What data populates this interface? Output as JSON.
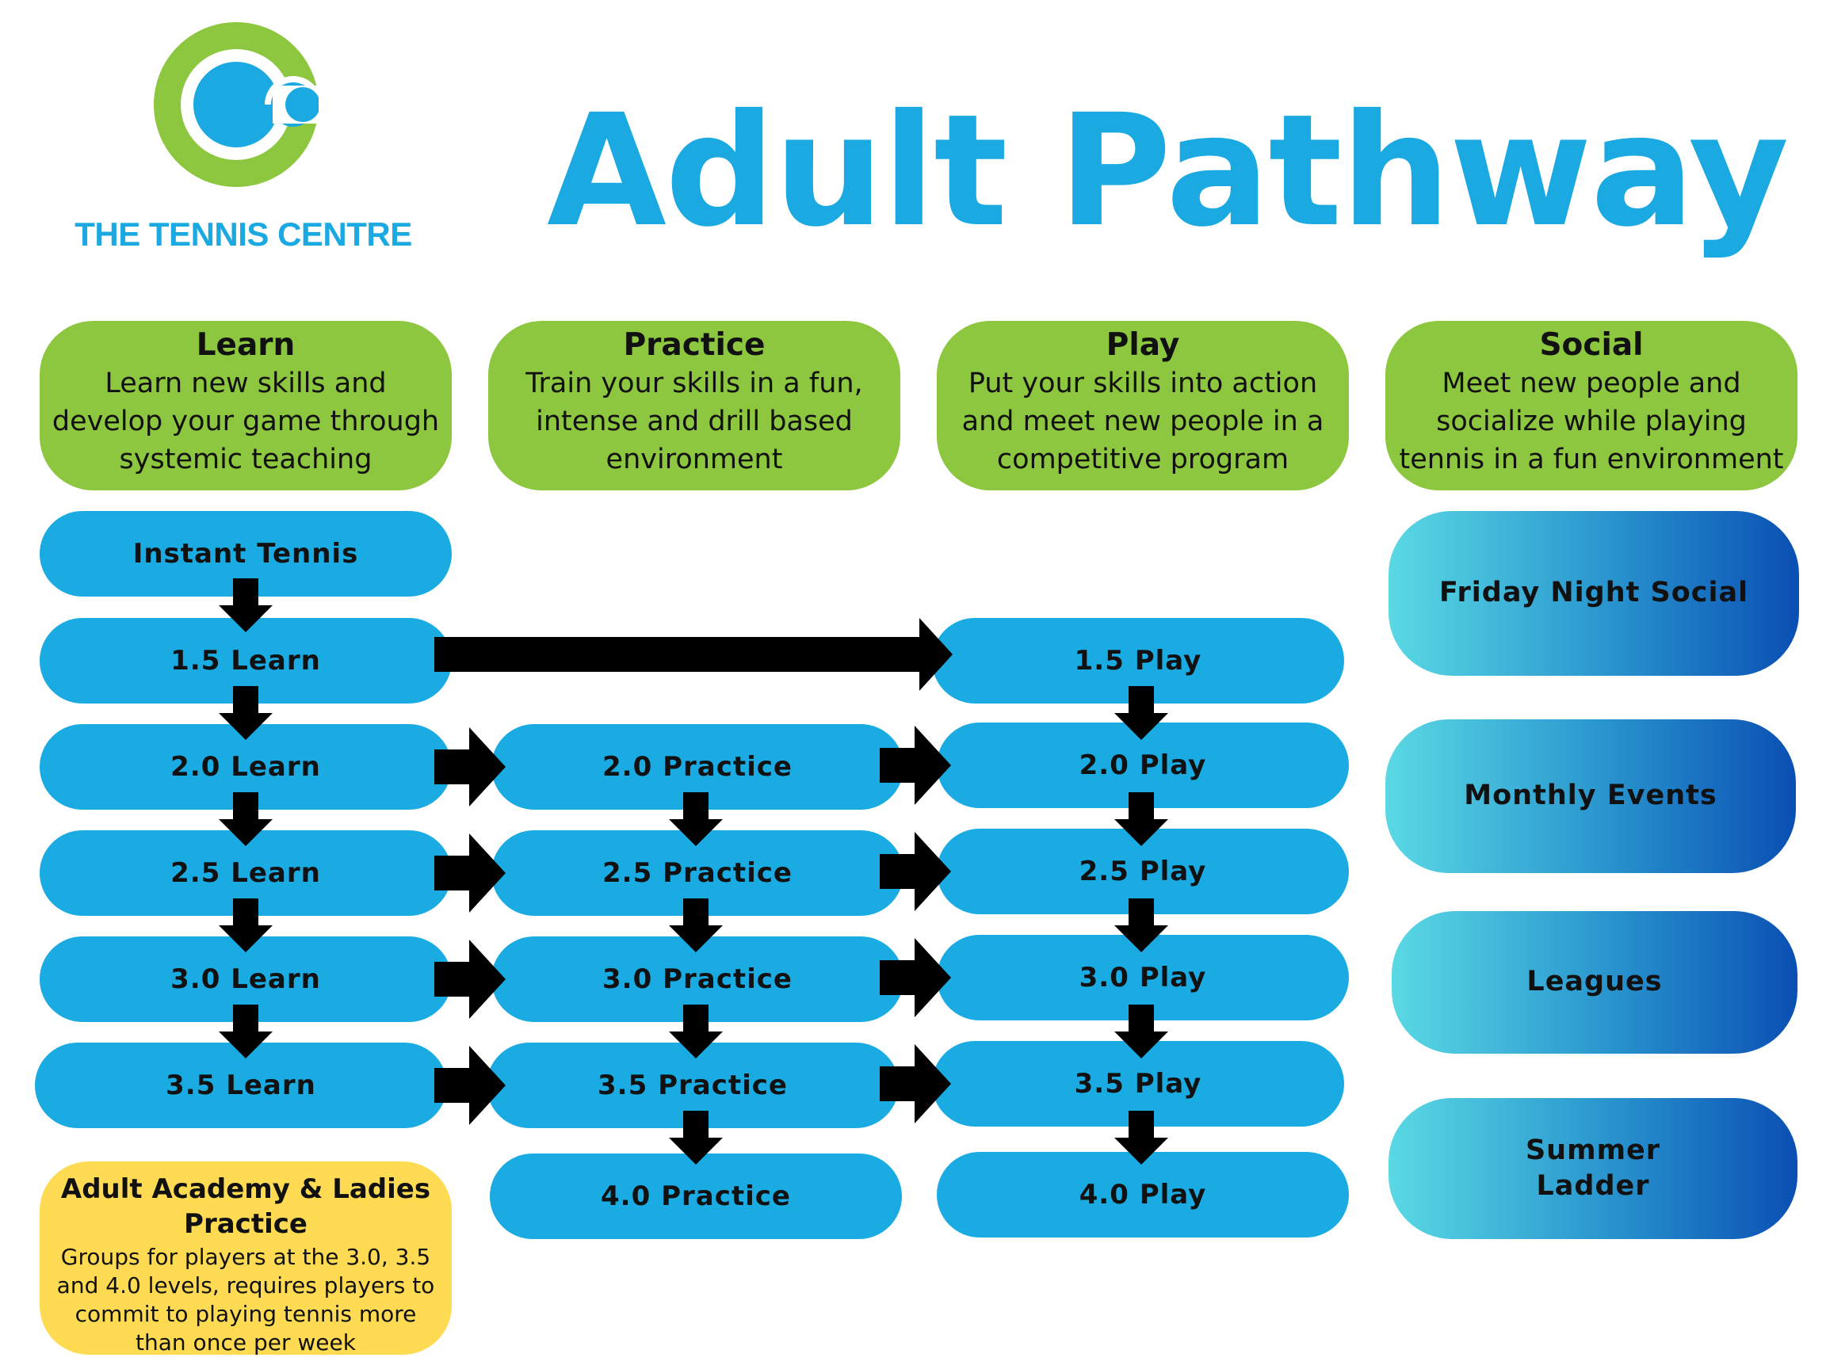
{
  "logo": {
    "text": "THE TENNIS CENTRE",
    "colors": {
      "ring": "#8dc63f",
      "ball": "#1aa9e1"
    }
  },
  "title": "Adult Pathway",
  "colors": {
    "title": "#1aa9e1",
    "category": "#8dc63f",
    "level": "#1aabe3",
    "academy": "#fedb52",
    "social_start": "#5ad9e4",
    "social_end": "#0a4fb3",
    "arrow": "#000000"
  },
  "categories": [
    {
      "title": "Learn",
      "description": "Learn new skills and develop your game through systemic teaching"
    },
    {
      "title": "Practice",
      "description": "Train your skills in a fun, intense and drill based environment"
    },
    {
      "title": "Play",
      "description": "Put your skills into action and meet new people in a competitive program"
    },
    {
      "title": "Social",
      "description": "Meet new people and socialize while playing tennis in a fun environment"
    }
  ],
  "learn": [
    "Instant Tennis",
    "1.5 Learn",
    "2.0 Learn",
    "2.5 Learn",
    "3.0 Learn",
    "3.5 Learn"
  ],
  "practice": [
    "2.0 Practice",
    "2.5 Practice",
    "3.0 Practice",
    "3.5 Practice",
    "4.0 Practice"
  ],
  "play": [
    "1.5 Play",
    "2.0 Play",
    "2.5 Play",
    "3.0 Play",
    "3.5 Play",
    "4.0 Play"
  ],
  "social": [
    "Friday Night Social",
    "Monthly Events",
    "Leagues",
    "Summer\nLadder"
  ],
  "academy": {
    "title": "Adult Academy & Ladies Practice",
    "description": "Groups for players at the 3.0, 3.5 and 4.0 levels, requires players to commit to playing tennis more than once per week"
  }
}
